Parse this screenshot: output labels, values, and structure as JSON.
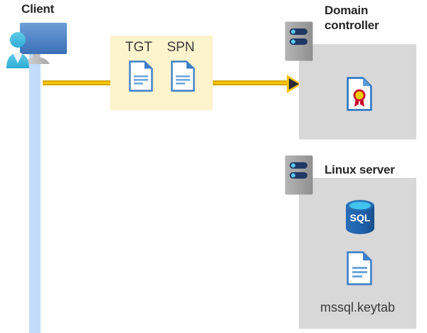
{
  "diagram": {
    "type": "kerberos-authentication-flow-diagram",
    "background": "#ffffff",
    "accent_colors": {
      "flow_yellow": "#f5c400",
      "flow_yellow_dark": "#d4a600",
      "message_box_fill": "#fdf3cd",
      "panel_gray": "#d8d8d8",
      "lifeline_blue": "#c3dcfb",
      "doc_blue": "#3f7fc8",
      "sql_blue": "#1f6cb4",
      "server_gray": "#9d9d9d",
      "server_navy": "#1f3864",
      "seal_yellow": "#f5d000",
      "seal_red": "#c8102e",
      "title_color": "#262626"
    }
  },
  "actors": {
    "client": {
      "label": "Client",
      "icon": "user-workstation-icon",
      "lifeline": "client-lifeline"
    },
    "domain_controller": {
      "label": "Domain\ncontroller",
      "icon": "server-rack-icon",
      "contents": [
        {
          "icon": "certificate-document-icon",
          "caption": ""
        }
      ]
    },
    "linux_server": {
      "label": "Linux server",
      "icon": "server-rack-icon",
      "contents": [
        {
          "icon": "sql-database-icon",
          "caption": "SQL"
        },
        {
          "icon": "keytab-document-icon",
          "caption": "mssql.keytab"
        }
      ]
    }
  },
  "messages": [
    {
      "id": "tgt-spn-request",
      "from": "client",
      "to": "domain_controller",
      "box_fill": "#fdf3cd",
      "items": [
        {
          "label": "TGT",
          "icon": "document-icon"
        },
        {
          "label": "SPN",
          "icon": "document-icon"
        }
      ],
      "arrow": {
        "direction": "right",
        "head_fill": "#2b2b38",
        "head_outline": "#f5c400",
        "line_fill": "#f5c400"
      }
    }
  ],
  "labels": {
    "sql_badge": "SQL",
    "keytab_filename": "mssql.keytab"
  }
}
